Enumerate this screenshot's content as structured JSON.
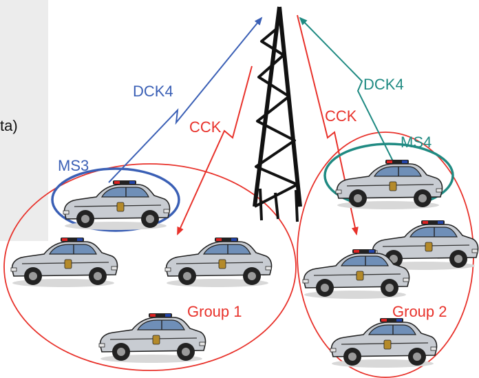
{
  "side_panel": {
    "fragment_text": "ta)",
    "color": "#ececec"
  },
  "labels": {
    "dck4_left": "DCK4",
    "cck_left": "CCK",
    "ms3": "MS3",
    "dck4_right": "DCK4",
    "cck_right": "CCK",
    "ms4": "MS4",
    "group1": "Group 1",
    "group2": "Group 2"
  },
  "colors": {
    "dck4_left": "#3a5fb5",
    "cck": "#e8312a",
    "dck4_right": "#1f8a82",
    "ms3_ellipse": "#3a5fb5",
    "ms4_ellipse": "#1f8a82",
    "group_ellipse": "#e8312a",
    "tower": "#111111"
  },
  "icons": {
    "tower": "radio-tower-icon",
    "vehicle": "police-car-icon"
  },
  "vehicle_count": {
    "group1": 4,
    "group2": 4
  }
}
